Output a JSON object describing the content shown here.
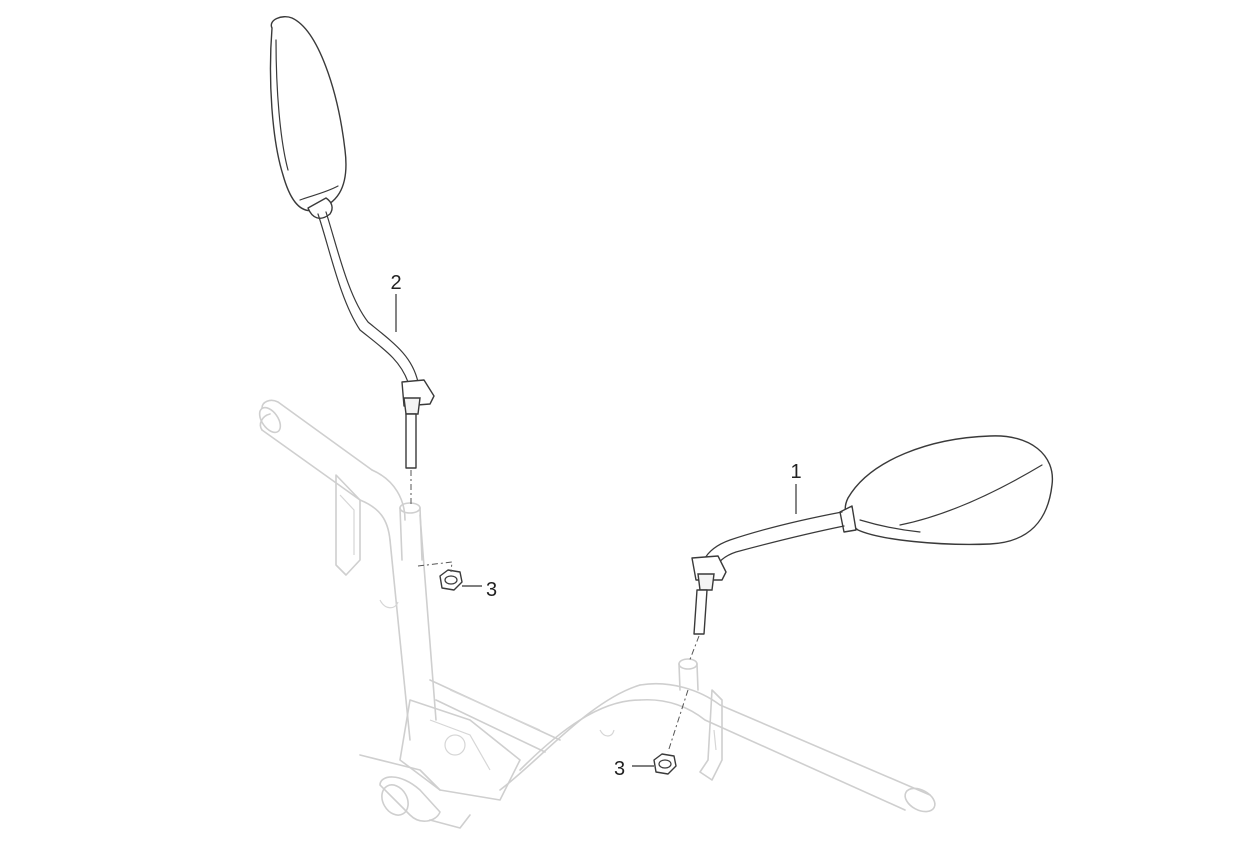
{
  "callouts": {
    "left_mirror": "2",
    "right_mirror": "1",
    "left_nut": "3",
    "right_nut": "3"
  },
  "colors": {
    "part_outline": "#3a3a3a",
    "frame_ghost": "#cfcfcf",
    "background": "#ffffff"
  }
}
